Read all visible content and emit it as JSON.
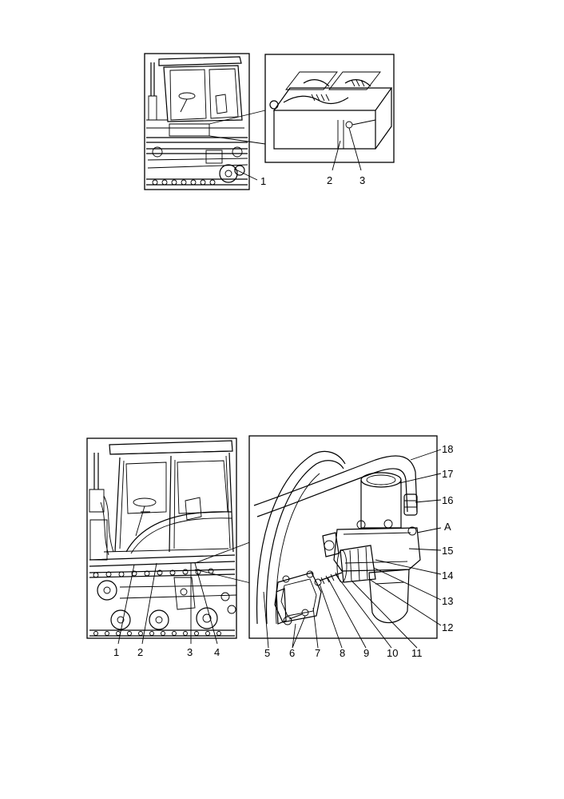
{
  "figure1": {
    "callouts": [
      "1",
      "2",
      "3"
    ]
  },
  "figure2": {
    "callouts_left": [
      "1",
      "2",
      "3",
      "4"
    ],
    "callouts_bottom": [
      "5",
      "6",
      "7",
      "8",
      "9",
      "10",
      "11"
    ],
    "callouts_right": [
      "12",
      "13",
      "14",
      "15",
      "A",
      "16",
      "17",
      "18"
    ]
  },
  "colors": {
    "line": "#000000",
    "background": "#ffffff"
  }
}
